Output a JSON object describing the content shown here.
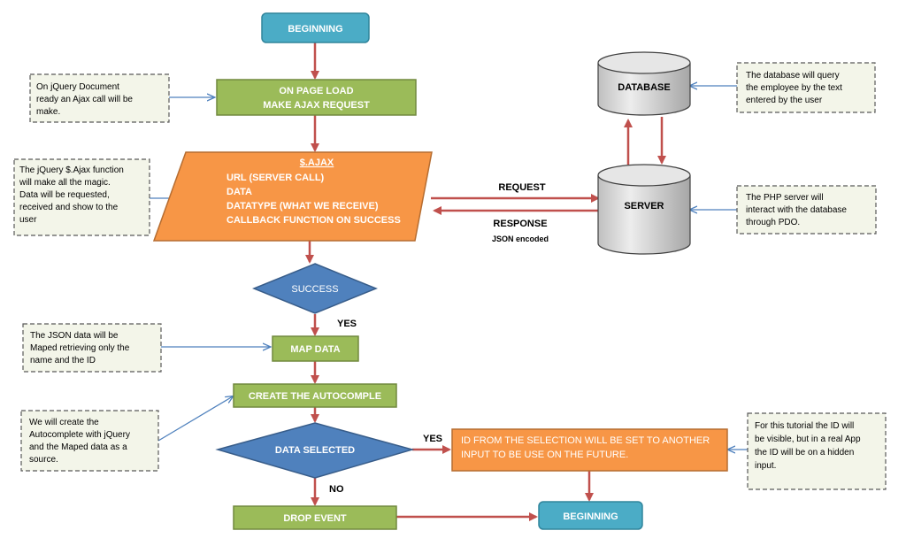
{
  "nodes": {
    "beginning_top": "BEGINNING",
    "page_load": [
      "ON PAGE LOAD",
      "MAKE AJAX REQUEST"
    ],
    "ajax_title": "$.AJAX",
    "ajax_lines": [
      "URL (SERVER CALL)",
      "DATA",
      "DATATYPE (WHAT WE RECEIVE)",
      "CALLBACK FUNCTION ON SUCCESS"
    ],
    "success": "SUCCESS",
    "map_data": "MAP DATA",
    "create_autocomplete": "CREATE THE AUTOCOMPLE",
    "data_selected": "DATA SELECTED",
    "id_selection": [
      "ID FROM THE SELECTION WILL BE SET TO  ANOTHER",
      "INPUT TO BE USE ON THE FUTURE."
    ],
    "drop_event": "DROP EVENT",
    "beginning_bottom": "BEGINNING",
    "database": "DATABASE",
    "server": "SERVER"
  },
  "edge_labels": {
    "request": "REQUEST",
    "response": "RESPONSE",
    "json_encoded": "JSON encoded",
    "yes_success": "YES",
    "yes_selected": "YES",
    "no": "NO"
  },
  "notes": {
    "jquery_document": [
      "On jQuery Document",
      "ready an Ajax call will be",
      "make."
    ],
    "ajax_function": [
      "The jQuery $.Ajax function",
      "will make all the magic.",
      "Data will be requested,",
      "received and show to the",
      "user"
    ],
    "json_map": [
      "The JSON data will be",
      "Maped retrieving only the",
      "name and the ID"
    ],
    "autocomplete": [
      "We will create the",
      "Autocomplete with jQuery",
      "and the Maped data as a",
      "source."
    ],
    "database_query": [
      "The database will query",
      "the employee  by the text",
      "entered by the user"
    ],
    "php_server": [
      "The PHP server will",
      "interact with the database",
      "through PDO."
    ],
    "tutorial_id": [
      "For this tutorial the ID will",
      "be visible, but in a real App",
      "the ID will be on a hidden",
      "input."
    ]
  },
  "colors": {
    "teal": "#4BACC6",
    "green": "#9BBB59",
    "orange": "#F79646",
    "blue": "#4F81BD",
    "arrow_red": "#C0504D",
    "arrow_blue": "#4F81BD",
    "note_bg": "#F3F5E9"
  }
}
